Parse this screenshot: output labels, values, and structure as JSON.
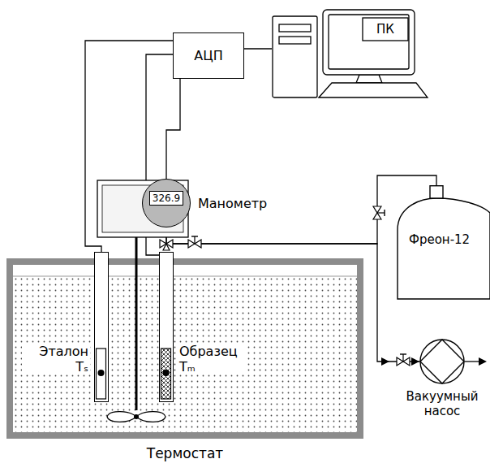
{
  "diagram": {
    "nodes": [
      {
        "text": [
          "АЦП"
        ]
      },
      {
        "text": [
          "ПК"
        ]
      },
      {
        "text": [
          "326.9",
          "Манометр"
        ]
      },
      {
        "text": [
          "Фреон-12"
        ]
      },
      {
        "text": [
          "Термостат"
        ]
      },
      {
        "text": [
          "Эталон Tₛ"
        ],
        "in": 4
      },
      {
        "text": [
          "Образец Tₘ"
        ],
        "in": 4
      },
      {
        "text": [
          "Вакуумный насос"
        ]
      }
    ],
    "edges": [
      {
        "from": 0,
        "to": 5,
        "arrow": "none"
      },
      {
        "from": 0,
        "to": 6,
        "arrow": "none"
      },
      {
        "from": 0,
        "to": 2,
        "arrow": "none"
      },
      {
        "from": 0,
        "to": 1,
        "arrow": "none"
      },
      {
        "from": 2,
        "to": 3,
        "arrow": "none"
      },
      {
        "from": 2,
        "to": 7,
        "arrow": "to"
      }
    ]
  }
}
